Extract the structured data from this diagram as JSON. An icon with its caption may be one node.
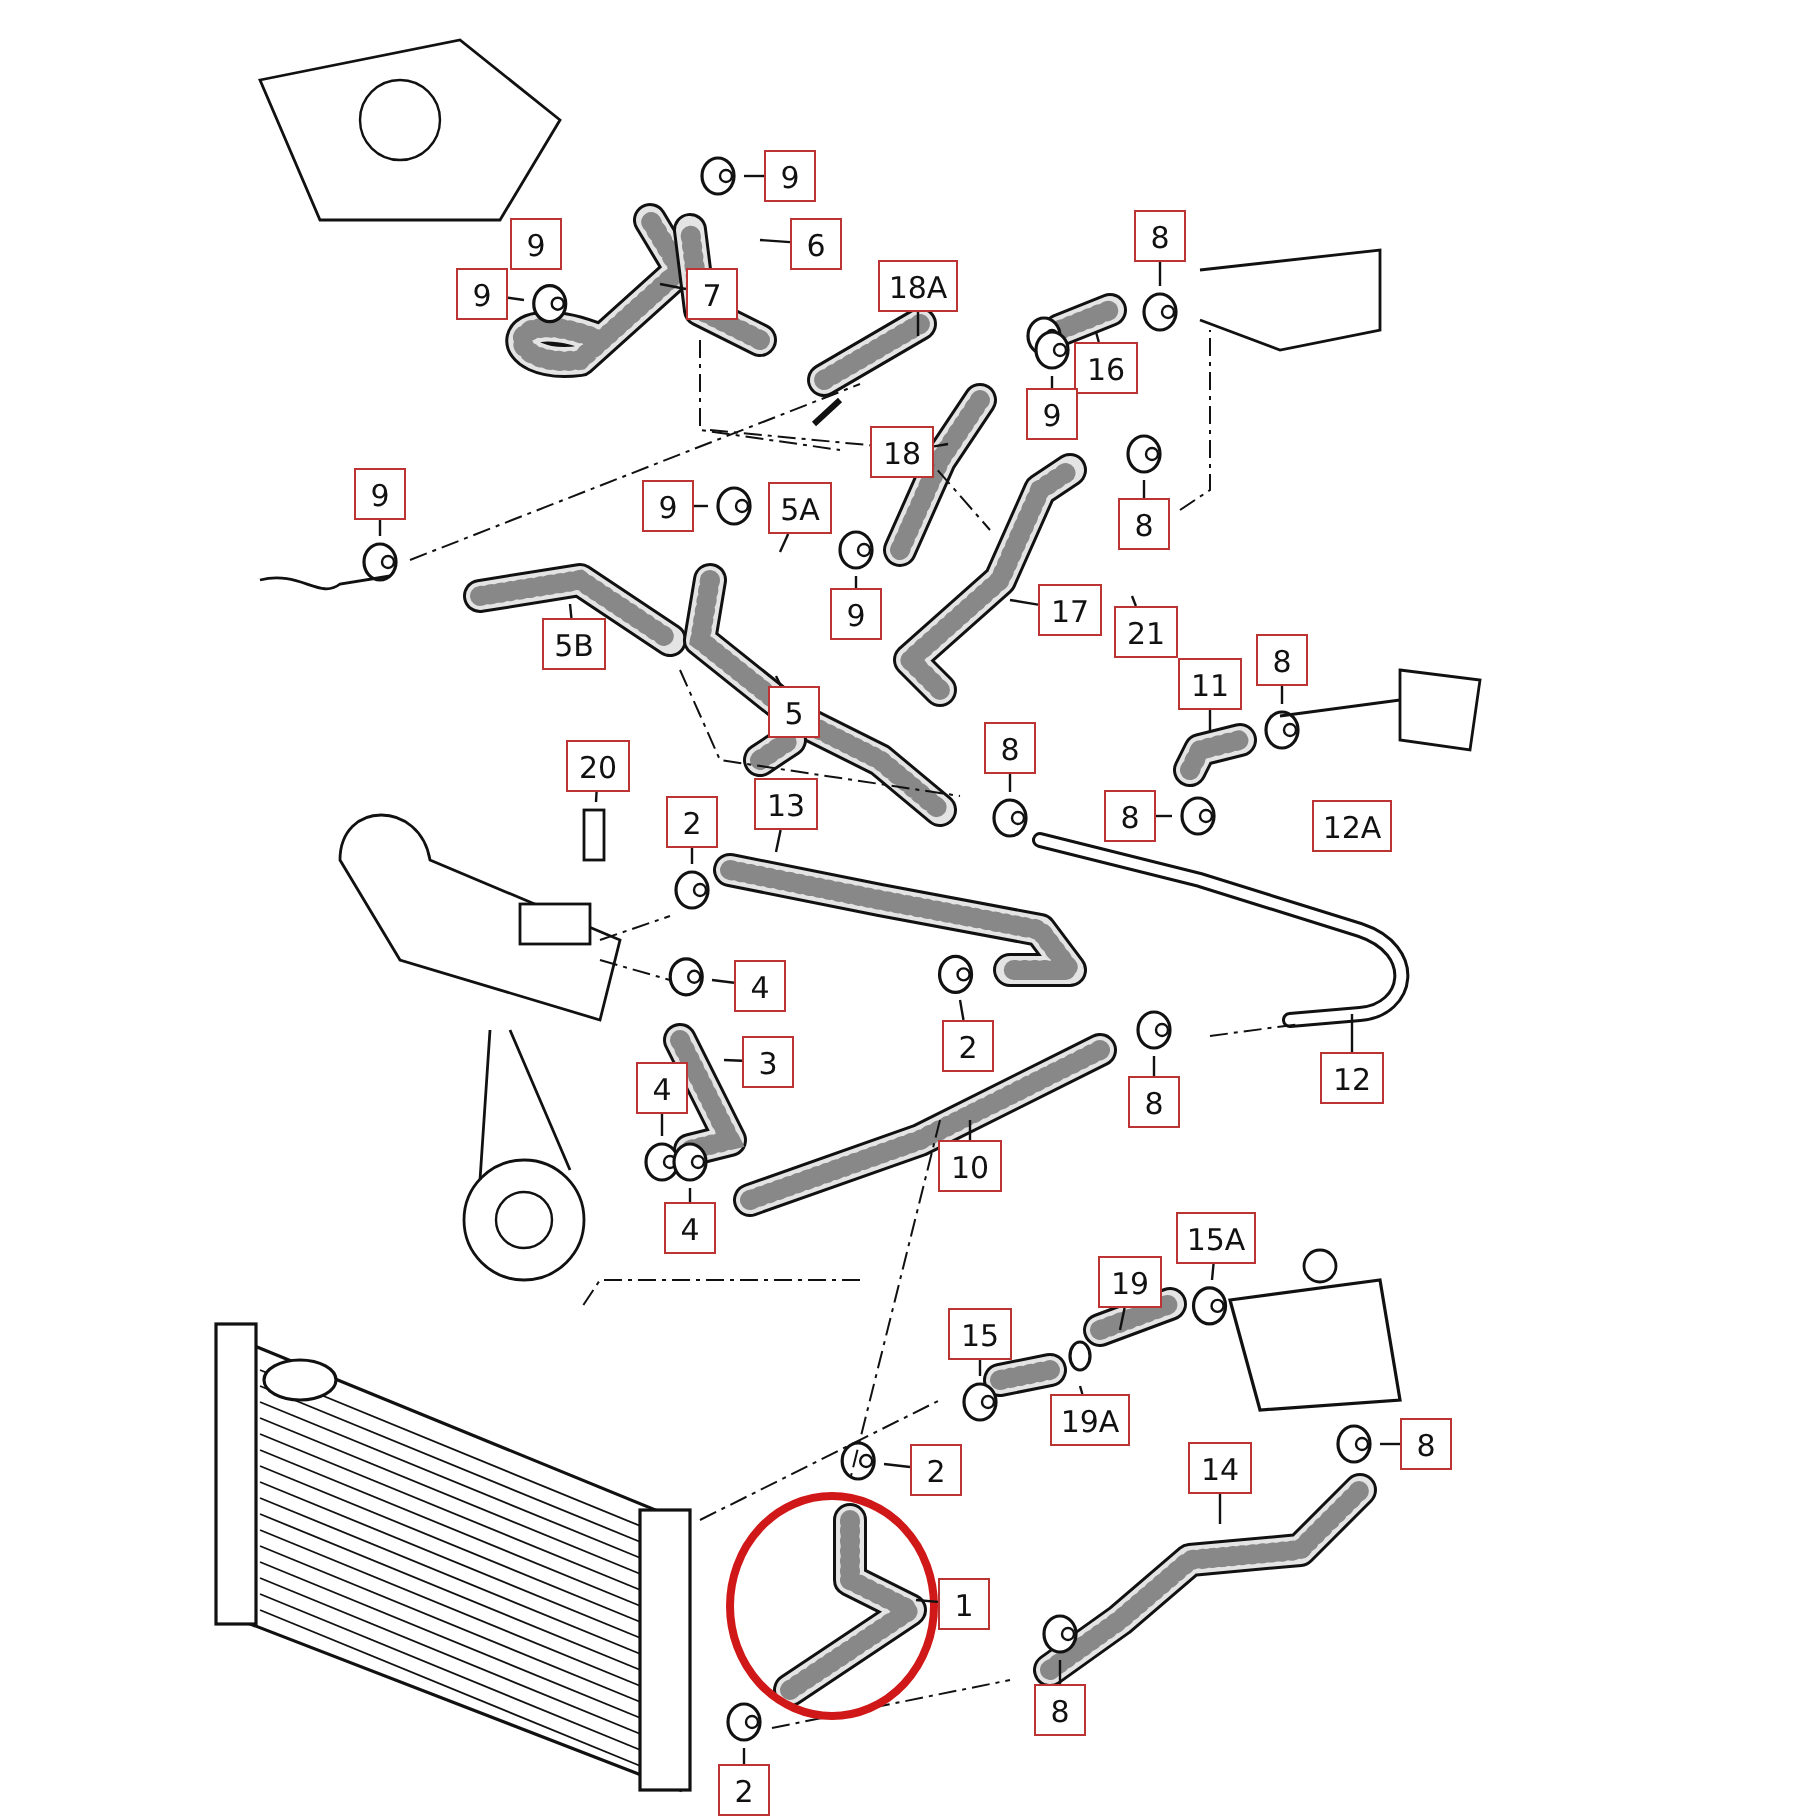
{
  "diagram": {
    "nodes": [
      {
        "text": [
          "9"
        ]
      },
      {
        "text": [
          "9"
        ]
      },
      {
        "text": [
          "6"
        ]
      },
      {
        "text": [
          "9"
        ]
      },
      {
        "text": [
          "7"
        ]
      },
      {
        "text": [
          "18A"
        ]
      },
      {
        "text": [
          "8"
        ]
      },
      {
        "text": [
          "16"
        ]
      },
      {
        "text": [
          "9"
        ]
      },
      {
        "text": [
          "18"
        ]
      },
      {
        "text": [
          "9"
        ]
      },
      {
        "text": [
          "9"
        ]
      },
      {
        "text": [
          "5A"
        ]
      },
      {
        "text": [
          "8"
        ]
      },
      {
        "text": [
          "9"
        ]
      },
      {
        "text": [
          "17"
        ]
      },
      {
        "text": [
          "21"
        ]
      },
      {
        "text": [
          "5B"
        ]
      },
      {
        "text": [
          "5"
        ]
      },
      {
        "text": [
          "11"
        ]
      },
      {
        "text": [
          "8"
        ]
      },
      {
        "text": [
          "8"
        ]
      },
      {
        "text": [
          "20"
        ]
      },
      {
        "text": [
          "2"
        ]
      },
      {
        "text": [
          "13"
        ]
      },
      {
        "text": [
          "8"
        ]
      },
      {
        "text": [
          "12A"
        ]
      },
      {
        "text": [
          "4"
        ]
      },
      {
        "text": [
          "3"
        ]
      },
      {
        "text": [
          "2"
        ]
      },
      {
        "text": [
          "4"
        ]
      },
      {
        "text": [
          "8"
        ]
      },
      {
        "text": [
          "12"
        ]
      },
      {
        "text": [
          "10"
        ]
      },
      {
        "text": [
          "4"
        ]
      },
      {
        "text": [
          "15A"
        ]
      },
      {
        "text": [
          "19"
        ]
      },
      {
        "text": [
          "15"
        ]
      },
      {
        "text": [
          "19A"
        ]
      },
      {
        "text": [
          "8"
        ]
      },
      {
        "text": [
          "2"
        ]
      },
      {
        "text": [
          "14"
        ]
      },
      {
        "text": [
          "1"
        ]
      },
      {
        "text": [
          "8"
        ]
      },
      {
        "text": [
          "2"
        ]
      }
    ],
    "edges": [
      {
        "from": 0,
        "to": null,
        "arrow": "none"
      },
      {
        "from": 2,
        "to": null,
        "arrow": "none"
      },
      {
        "from": 3,
        "to": null,
        "arrow": "none"
      },
      {
        "from": 4,
        "to": null,
        "arrow": "none"
      },
      {
        "from": 5,
        "to": null,
        "arrow": "none"
      },
      {
        "from": 6,
        "to": null,
        "arrow": "none"
      },
      {
        "from": 7,
        "to": null,
        "arrow": "none"
      },
      {
        "from": 8,
        "to": null,
        "arrow": "none"
      },
      {
        "from": 9,
        "to": null,
        "arrow": "none"
      },
      {
        "from": 10,
        "to": null,
        "arrow": "none"
      },
      {
        "from": 11,
        "to": null,
        "arrow": "none"
      },
      {
        "from": 12,
        "to": null,
        "arrow": "none"
      },
      {
        "from": 13,
        "to": null,
        "arrow": "none"
      },
      {
        "from": 14,
        "to": null,
        "arrow": "none"
      },
      {
        "from": 15,
        "to": null,
        "arrow": "none"
      },
      {
        "from": 16,
        "to": null,
        "arrow": "none"
      },
      {
        "from": 17,
        "to": null,
        "arrow": "none"
      },
      {
        "from": 18,
        "to": null,
        "arrow": "none"
      },
      {
        "from": 19,
        "to": null,
        "arrow": "none"
      },
      {
        "from": 20,
        "to": null,
        "arrow": "none"
      },
      {
        "from": 21,
        "to": null,
        "arrow": "none"
      },
      {
        "from": 22,
        "to": null,
        "arrow": "none"
      },
      {
        "from": 23,
        "to": null,
        "arrow": "none"
      },
      {
        "from": 24,
        "to": null,
        "arrow": "none"
      },
      {
        "from": 25,
        "to": null,
        "arrow": "none"
      },
      {
        "from": 27,
        "to": null,
        "arrow": "none"
      },
      {
        "from": 28,
        "to": null,
        "arrow": "none"
      },
      {
        "from": 29,
        "to": null,
        "arrow": "none"
      },
      {
        "from": 30,
        "to": null,
        "arrow": "none"
      },
      {
        "from": 31,
        "to": null,
        "arrow": "none"
      },
      {
        "from": 32,
        "to": null,
        "arrow": "none"
      },
      {
        "from": 33,
        "to": null,
        "arrow": "none"
      },
      {
        "from": 34,
        "to": null,
        "arrow": "none"
      },
      {
        "from": 35,
        "to": null,
        "arrow": "none"
      },
      {
        "from": 36,
        "to": null,
        "arrow": "none"
      },
      {
        "from": 37,
        "to": null,
        "arrow": "none"
      },
      {
        "from": 38,
        "to": null,
        "arrow": "none"
      },
      {
        "from": 39,
        "to": null,
        "arrow": "none"
      },
      {
        "from": 40,
        "to": null,
        "arrow": "none"
      },
      {
        "from": 41,
        "to": null,
        "arrow": "none"
      },
      {
        "from": 42,
        "to": null,
        "arrow": "none"
      },
      {
        "from": 43,
        "to": null,
        "arrow": "none"
      },
      {
        "from": 44,
        "to": null,
        "arrow": "none"
      }
    ]
  }
}
